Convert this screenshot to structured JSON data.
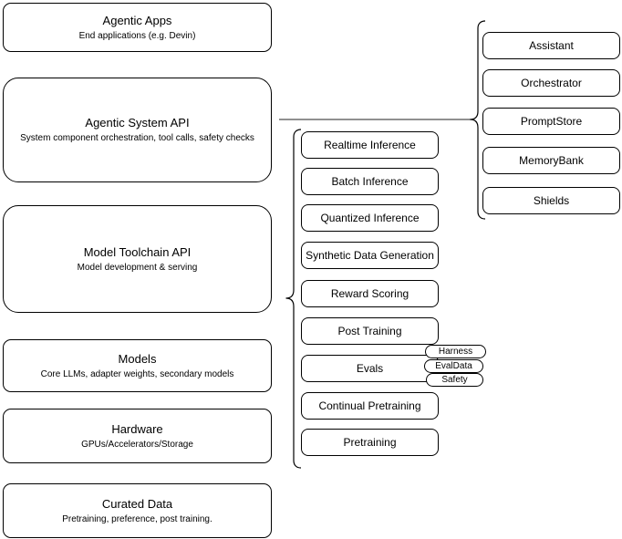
{
  "diagram": {
    "left_stack": [
      {
        "title": "Agentic Apps",
        "subtitle": "End applications (e.g. Devin)"
      },
      {
        "title": "Agentic System API",
        "subtitle": "System component orchestration, tool calls, safety checks"
      },
      {
        "title": "Model Toolchain API",
        "subtitle": "Model development & serving"
      },
      {
        "title": "Models",
        "subtitle": "Core LLMs, adapter weights, secondary models"
      },
      {
        "title": "Hardware",
        "subtitle": "GPUs/Accelerators/Storage"
      },
      {
        "title": "Curated Data",
        "subtitle": "Pretraining, preference, post training."
      }
    ],
    "toolchain_items": [
      "Realtime Inference",
      "Batch Inference",
      "Quantized Inference",
      "Synthetic Data Generation",
      "Reward Scoring",
      "Post Training",
      "Evals",
      "Continual Pretraining",
      "Pretraining"
    ],
    "evals_tags": [
      "Harness",
      "EvalData",
      "Safety"
    ],
    "system_items": [
      "Assistant",
      "Orchestrator",
      "PromptStore",
      "MemoryBank",
      "Shields"
    ],
    "colors": {
      "box_fill": "#ffffff",
      "box_border": "#000000",
      "connector": "#4d4d4d",
      "text": "#000000",
      "background": "#ffffff"
    }
  }
}
